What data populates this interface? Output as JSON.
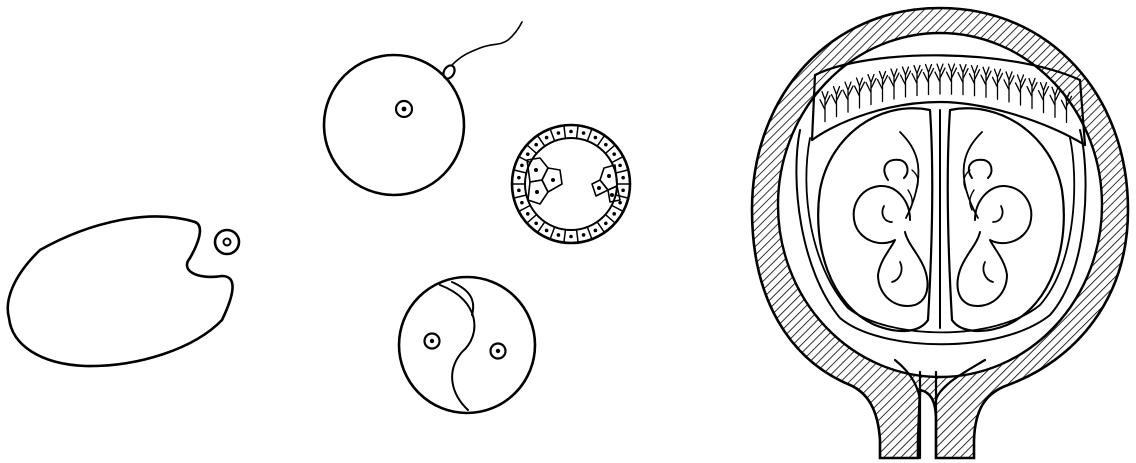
{
  "figure": {
    "panels": [
      {
        "id": "ovary-follicle-release"
      },
      {
        "id": "fertilization"
      },
      {
        "id": "two-cell-stage"
      },
      {
        "id": "blastocyst"
      },
      {
        "id": "twin-pregnancy-uterus"
      }
    ],
    "colors": {
      "ink": "#000000",
      "paper": "#ffffff"
    }
  }
}
